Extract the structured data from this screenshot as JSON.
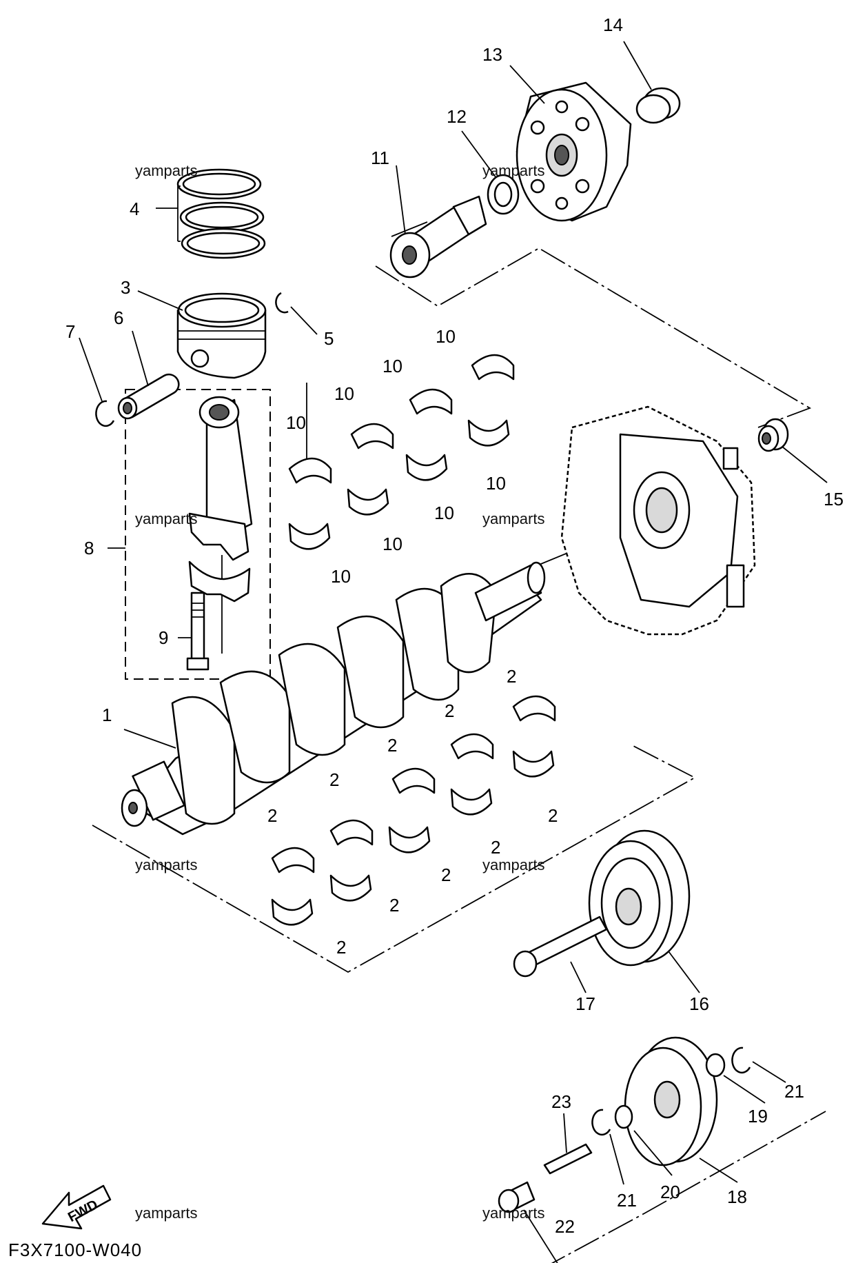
{
  "diagram": {
    "code": "F3X7100-W040",
    "watermark": "yamparts",
    "fwd_label": "FWD",
    "parts": {
      "p1": "1",
      "p2": "2",
      "p3": "3",
      "p4": "4",
      "p5": "5",
      "p6": "6",
      "p7": "7",
      "p8": "8",
      "p9": "9",
      "p10": "10",
      "p11": "11",
      "p12": "12",
      "p13": "13",
      "p14": "14",
      "p15": "15",
      "p16": "16",
      "p17": "17",
      "p18": "18",
      "p19": "19",
      "p20": "20",
      "p21": "21",
      "p22": "22",
      "p23": "23"
    }
  }
}
